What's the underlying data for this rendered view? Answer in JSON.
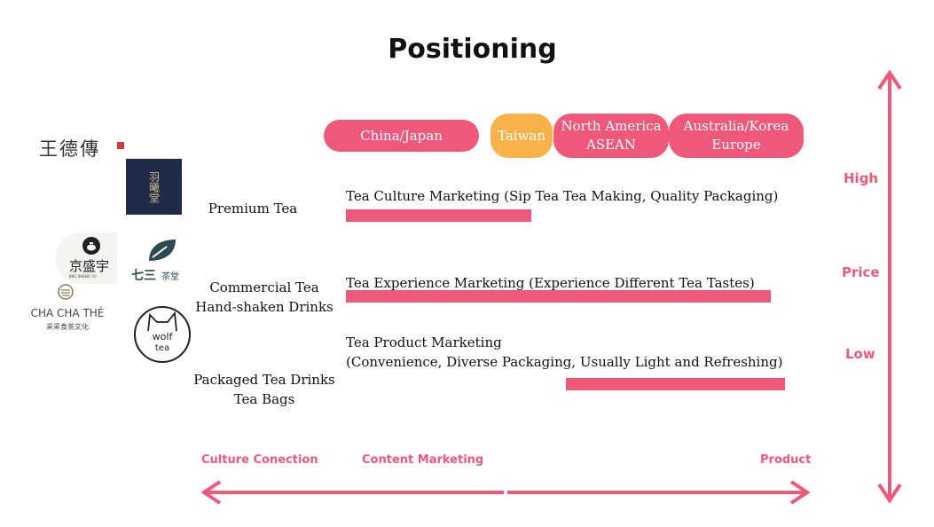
{
  "title": "Positioning",
  "markets": [
    "China/Japan",
    "Taiwan",
    "North America\nASEAN",
    "Australia/Korea\nEurope"
  ],
  "tiers": [
    {
      "label": "Premium Tea",
      "marketing": "Tea Culture Marketing (Sip Tea Tea Making, Quality Packaging)",
      "bar_range": [
        0.0,
        0.38
      ]
    },
    {
      "label": "Commercial Tea\nHand-shaken Drinks",
      "marketing": "Tea Experience Marketing (Experience Different Tea Tastes)",
      "bar_range": [
        0.0,
        0.87
      ]
    },
    {
      "label": "Packaged Tea Drinks\nTea Bags",
      "marketing": "Tea Product Marketing\n(Convenience, Diverse Packaging, Usually Light and Refreshing)",
      "bar_range": [
        0.45,
        0.9
      ]
    }
  ],
  "price_axis": {
    "high": "High",
    "mid": "Price",
    "low": "Low"
  },
  "x_axis": {
    "left": "Culture Conection",
    "mid": "Content Marketing",
    "right": "Product"
  },
  "logos": {
    "wang": "王德傳",
    "yuxi": "羽曦堂",
    "jingsheng": "京盛宇",
    "jingsheng_sub": "JING SHENG YU",
    "qisan": "七三",
    "qisan_sub": "茶堂",
    "chachathe": "CHA CHA THÉ",
    "chachathe_sub": "采采食茶文化",
    "wolf": "wolf",
    "wolf_sub": "tea"
  },
  "colors": {
    "accent": "#f0587a",
    "taiwan": "#f9b14a"
  }
}
